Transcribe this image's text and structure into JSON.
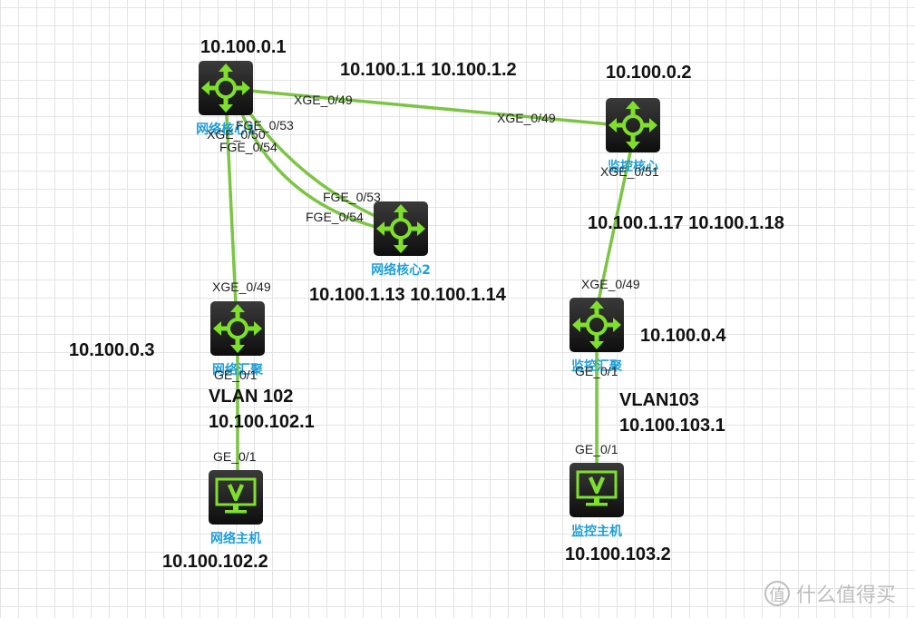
{
  "accent_colors": {
    "link": "#7cc544",
    "device_label": "#1e9fd8",
    "router_glyph": "#7ee02a",
    "terminal_glyph": "#7ee02a",
    "device_body": "#1b1b1b"
  },
  "devices": {
    "core1": {
      "name": "网络核心1",
      "icon": "router-icon"
    },
    "core2": {
      "name": "网络核心2",
      "icon": "router-icon"
    },
    "mon_core": {
      "name": "监控核心",
      "icon": "router-icon"
    },
    "agg": {
      "name": "网络汇聚",
      "icon": "router-icon"
    },
    "mon_agg": {
      "name": "监控汇聚",
      "icon": "router-icon"
    },
    "host": {
      "name": "网络主机",
      "icon": "terminal-icon"
    },
    "mon_host": {
      "name": "监控主机",
      "icon": "terminal-icon"
    }
  },
  "ports": {
    "core1_xge49": "XGE_0/49",
    "moncore_xge49": "XGE_0/49",
    "core1_fge53": "FGE_0/53",
    "core1_xge50": "XGE_0/50",
    "core1_fge54": "FGE_0/54",
    "core2_fge53": "FGE_0/53",
    "core2_fge54": "FGE_0/54",
    "moncore_xge51": "XGE_0/51",
    "monagg_xge49": "XGE_0/49",
    "agg_xge49": "XGE_0/49",
    "agg_ge01": "GE_0/1",
    "host_ge01": "GE_0/1",
    "monagg_ge01": "GE_0/1",
    "monhost_ge01": "GE_0/1"
  },
  "labels": {
    "core1_ip": "10.100.0.1",
    "mon_core_ip": "10.100.0.2",
    "link_core_moncore": "10.100.1.1 10.100.1.2",
    "link_moncore_monagg": "10.100.1.17 10.100.1.18",
    "link_core1_core2": "10.100.1.13 10.100.1.14",
    "agg_ip": "10.100.0.3",
    "mon_agg_ip": "10.100.0.4",
    "vlan102": "VLAN 102",
    "vlan102_gw": "10.100.102.1",
    "vlan103": "VLAN103",
    "vlan103_gw": "10.100.103.1",
    "host_ip": "10.100.102.2",
    "mon_host_ip": "10.100.103.2"
  },
  "watermark": {
    "text": "什么值得买",
    "icon": "smzdm-logo-icon"
  }
}
